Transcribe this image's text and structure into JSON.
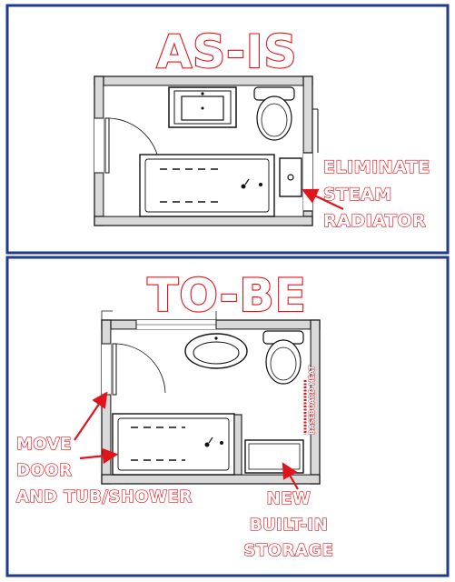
{
  "panels": {
    "top": {
      "title": "AS-IS"
    },
    "bottom": {
      "title": "TO-BE"
    }
  },
  "annotations": {
    "eliminate": [
      "ELIMINATE",
      "STEAM",
      "RADIATOR"
    ],
    "move": [
      "MOVE",
      "DOOR",
      "AND TUB/SHOWER"
    ],
    "storage": [
      "NEW",
      "BUILT-IN",
      "STORAGE"
    ],
    "baseboard": "BASEBOARD HEAT"
  },
  "colors": {
    "frame": "#1f3b8c",
    "annotation": "#e0141c",
    "wall_fill": "#d9d9d9",
    "line": "#111111"
  }
}
